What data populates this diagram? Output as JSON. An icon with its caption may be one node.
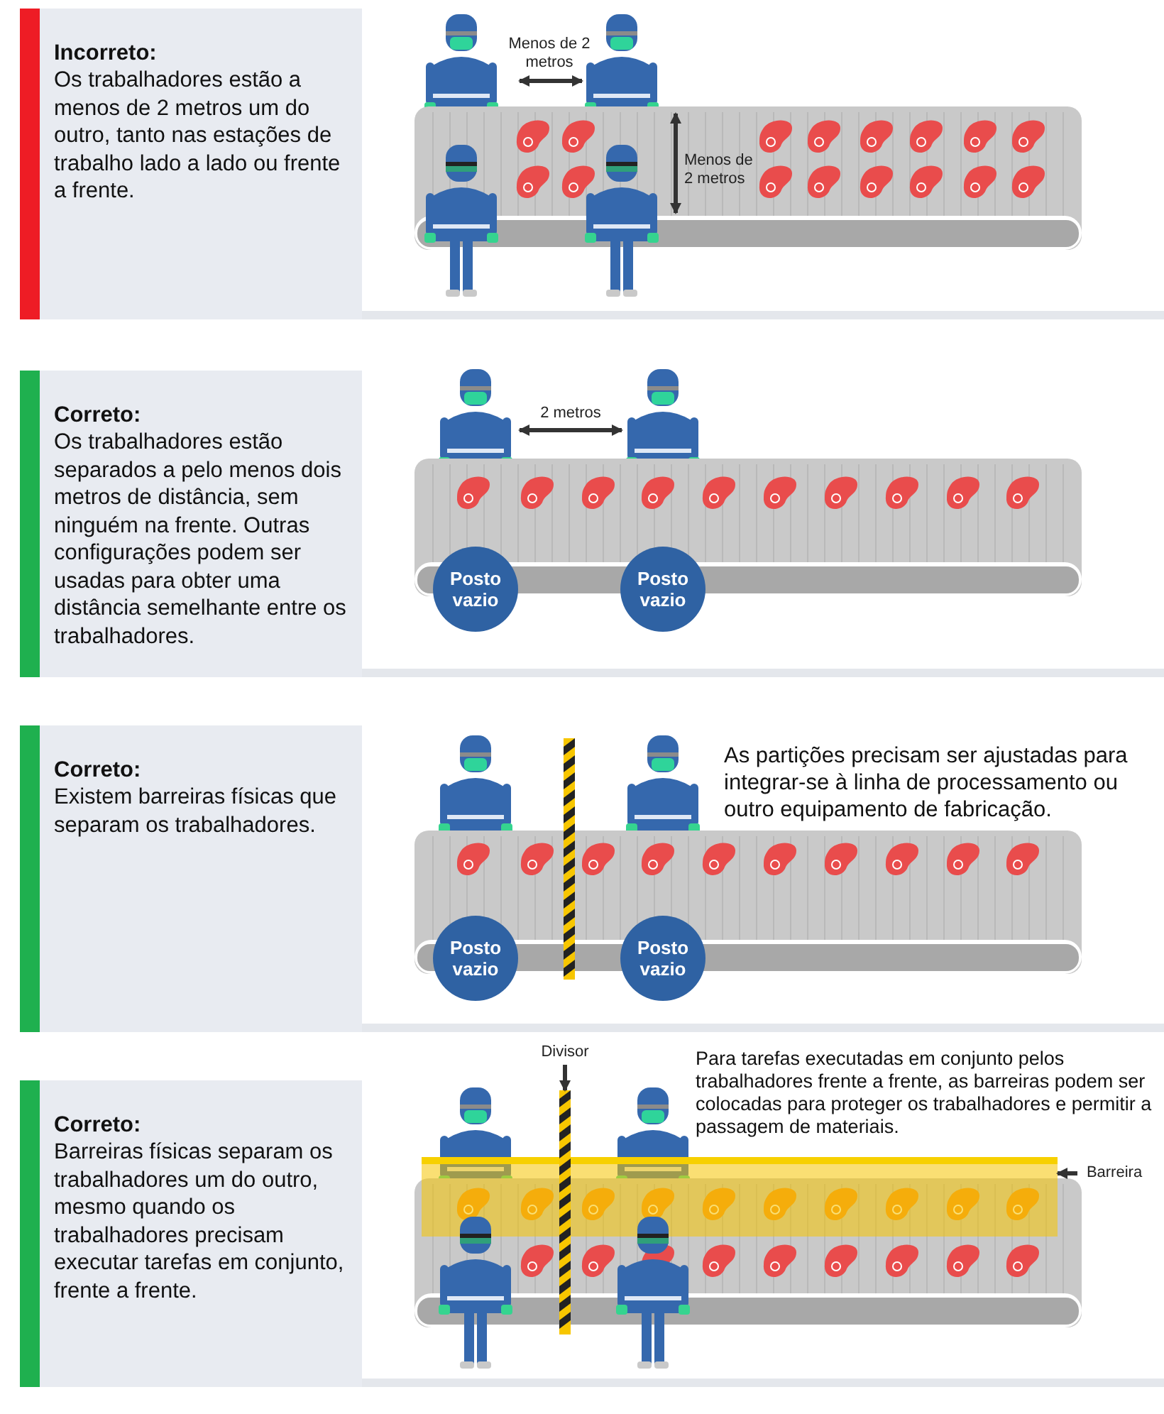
{
  "diagram": {
    "nodes": [
      {
        "text": [
          "Incorreto:",
          "Os trabalhadores estão a menos de 2 metros um do outro, tanto nas estações de trabalho lado a lado ou frente a frente."
        ]
      },
      {
        "text": [
          "Correto:",
          "Os trabalhadores estão separados a pelo menos dois metros de distância, sem ninguém na frente. Outras configurações podem ser usadas para obter uma distância semelhante entre os trabalhadores."
        ]
      },
      {
        "text": [
          "Posto vazio"
        ]
      },
      {
        "text": [
          "Posto vazio"
        ]
      },
      {
        "text": [
          "Correto:",
          "Existem barreiras físicas que separam os trabalhadores."
        ]
      },
      {
        "text": [
          "Posto vazio"
        ]
      },
      {
        "text": [
          "Posto vazio"
        ]
      },
      {
        "text": [
          "Correto:",
          "Barreiras físicas separam os trabalhadores um do outro, mesmo quando os trabalhadores precisam executar tarefas em conjunto, frente a frente."
        ]
      },
      {
        "text": [
          "Divisor"
        ]
      },
      {
        "text": [],
        "shape": "bar"
      },
      {
        "text": [
          "Barreira"
        ]
      },
      {
        "text": [],
        "shape": "bar"
      }
    ],
    "edges": [
      {
        "from": 8,
        "to": 9,
        "arrow": "to"
      },
      {
        "from": 10,
        "to": 11,
        "arrow": "to"
      }
    ],
    "labels": [
      "Menos de 2 metros",
      "Menos de 2 metros",
      "2 metros",
      "As partições precisam ser ajustadas para integrar-se à linha de processamento ou outro equipamento de fabricação.",
      "Para tarefas executadas em conjunto pelos trabalhadores frente a frente, as barreiras podem ser colocadas para proteger os trabalhadores e permitir a passagem de materiais."
    ]
  }
}
